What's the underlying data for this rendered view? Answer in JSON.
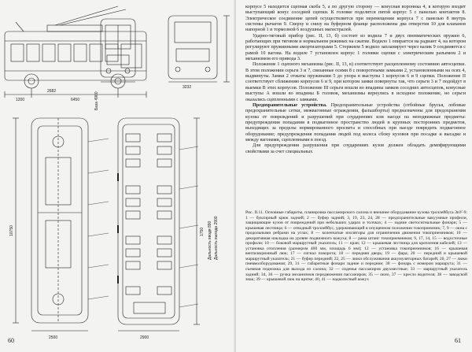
{
  "page_left": {
    "number": "60"
  },
  "page_right": {
    "number": "61"
  },
  "drawing_labels": {
    "dim_2682": "2682",
    "dim_3232": "3232",
    "dim_2900": "2900",
    "dim_6450": "6450",
    "dim_10750": "10750",
    "dim_1200": "1200",
    "dim_2500": "2500",
    "dim_1750": "1750",
    "label_base": "База 4960",
    "label_dist1": "Дальность вводя 890",
    "label_dist2": "Дальность выхода 2900"
  },
  "body": {
    "p1": "корпусе 5 находится сцепная скоба 5, а по другую сторону — конусная вороннка 4, в которую входит выступающий конус соседней сцепки. К головке поделится пятой корпус 5 с панелью контактов 8. Электрическое соедииение цепей осуществляется при перемещении корпуса 7 с панелью 8 внутрь системы рычагов 9. Сверху и снизу на буферном фланце расположены два отверстия 10 для клапанов напорной 1 и тормозной 6 воздушных магистралей.",
    "p2": "Ударно-тяговый прибор (рис. II, 13, б) состоит из водила 7 и двух пневматических пружин 6, работающих при тяговом и нормальном режимах на сжатие. Водило 1 опирается на радиант 4, на котором регулируют пружинными амортизаторами 5. Стержнем 5 водило запланирует через валик 9 соединяется с рамой 10 вагона. На водиле 7 установлен корпус 1 головки сцепки с электрическим разъемом 2 и механизмом его привода 3.",
    "p3": "Положение 1 сцепного механизма (рис. II, 13, в) соответствует расцепленному состоянию автосцепки. В этом положении серьги 3 и 7, связанные осями 8 с поворотными замками 2, установленными на осях 4, выдвинуты. Замки 2 отжаты пружинами 5 до упора в выступы 1 корпусов 6 и 9 сцепки. Положение II соответствует сближению корпусов 6 и 9, при котором замки повернуты так, что серьги 3 и 7 подойдут в выемки В этих корпусов. Положение III серьги вошли во впадины замков соседних автосцепок, конусные выступы А вошли во впадины Б головок, механизмы вернулись в исходное положение, но серьги оказались сцепленными с замками.",
    "heading": "Предохранительные устройства.",
    "p4": "Предохранительные устройства (отбойные брусья, лобовые предохранительные сетки, межвагонные ограждения, фальшборты) предназначены для предохранения кузова от повреждений и разрушений при соударениях или наезде на неподвижные предметы: предупреждения попадания в подвагонное пространство людей и крупных посторонних предметов, выходящих за пределы нормированного просвета и способных при наезде повредить подвагонное оборудование; предупреждения попадания людей под колеса сбоку кузовов при посадке и высадке и между вагонами, сцепленными в поезд.",
    "p5": "Для предупреждения разрушения при соударениях кузов должен обладать демпфирующими свойствами за счет специальных"
  },
  "caption": {
    "text": "Рис. II.11. Основные габариты, планировка пассажирского салона и внешнее оборудование кузова троллейбуса ЗиУ-9: 1 — буксирный крюк задний; 2 — буфер задний; 3, 19, 23, 24, 28 — предохранительные вакуумные профили, защищающие кузов от повреждений при небольших ударах и толчках; 4 — задние светосигнальные фонари; 5 — крышевая лестница; 6 — отводный троллейбус, удерживающий в опущенном положении токоприемник; 7, 9 — окна с продольными ребрами на углах; 8 — коленчатые изоляторы для ограничения движения токоприемников; 10 — декоративная накладка на уровне подвижного кожуха; 8 — рама штанг токоприемников; 9, 17, 14, 15 — водосточные профили; 10 — боковой маршрутный указатель; 11 — кран; 12 — крышевая лестница для крепления кабелей; 13 — установка отопления (размером 400 мм, площадь 6 мм); 12 — установка токоприемников; 16 — крышевая вентиляционный люк; 17 — сигнал поворота; 18 — передняя дверь; 19 — фара; 20 — передний и крышевой маршрутный указатель; 21 — буфер передний; 22, 25 — люки обслуживания аккумуляторных батарей; 26, 27 — люки пневмооборудования; 29, 31 — габаритные фонари задние и передние; 30 — фонарь с номером маршрута; 31 — съемная подножка для выхода из салона; 32 — сиденья пассажиров двухместные; 33 — маршрутный указатель задний; 34, 36 — ручка механизмов передвижения пассажиров; 35 — окно, 37 — кресло водителя; 38 — заводской знак; 39 — крышевой люк на щитке; 40, 41 — надколесный кожух"
  }
}
